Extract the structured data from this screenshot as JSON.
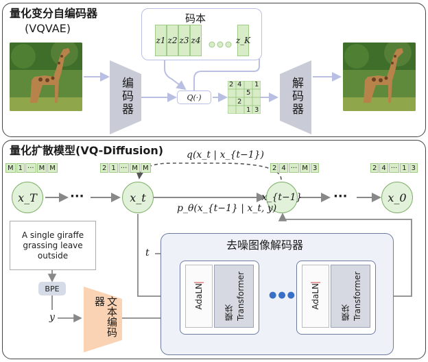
{
  "vqvae": {
    "title": "量化变分自编码器",
    "subtitle": "(VQVAE)",
    "codebook_title": "码本",
    "codebook_entries": [
      "z1",
      "z2",
      "z3",
      "z4",
      "z_K"
    ],
    "encoder_label": "编码器",
    "decoder_label": "解码器",
    "quantize_label": "Q(·)",
    "grid_cells": [
      "2",
      "4",
      "1",
      "5",
      "2",
      "1",
      "3"
    ]
  },
  "vqdiff": {
    "title": "量化扩散模型(VQ-Diffusion)",
    "tokens_xT": [
      "M",
      "1",
      "···",
      "M",
      "M"
    ],
    "tokens_xt": [
      "2",
      "1",
      "···",
      "M",
      "M"
    ],
    "tokens_xt1": [
      "2",
      "4",
      "···",
      "M",
      "3"
    ],
    "tokens_x0": [
      "2",
      "4",
      "···",
      "1",
      "3"
    ],
    "node_xT": "x_T",
    "node_xt": "x_t",
    "node_xt1": "x_{t−1}",
    "node_x0": "x_0",
    "ellipsis": "···",
    "forward_label": "q(x_t | x_{t−1})",
    "reverse_label": "p_θ(x_{t−1} | x_t, y)",
    "caption_text": "A single giraffe grassing leave outside",
    "bpe_label": "BPE",
    "y_label": "y",
    "t_label": "t",
    "text_encoder_label": "文本编码器",
    "denoiser_title": "去噪图像解码器",
    "adaln_label": "AdaLN",
    "transformer_label": "Transformer",
    "transformer_sub": "模块",
    "dots": "●●●"
  },
  "colors": {
    "green_fill": "#d7ecc7",
    "node_fill": "#e2f1d9",
    "trapezoid": "#c9ccd6",
    "text_encoder": "#f9d3b4",
    "dots_blue": "#3a6fc7"
  }
}
